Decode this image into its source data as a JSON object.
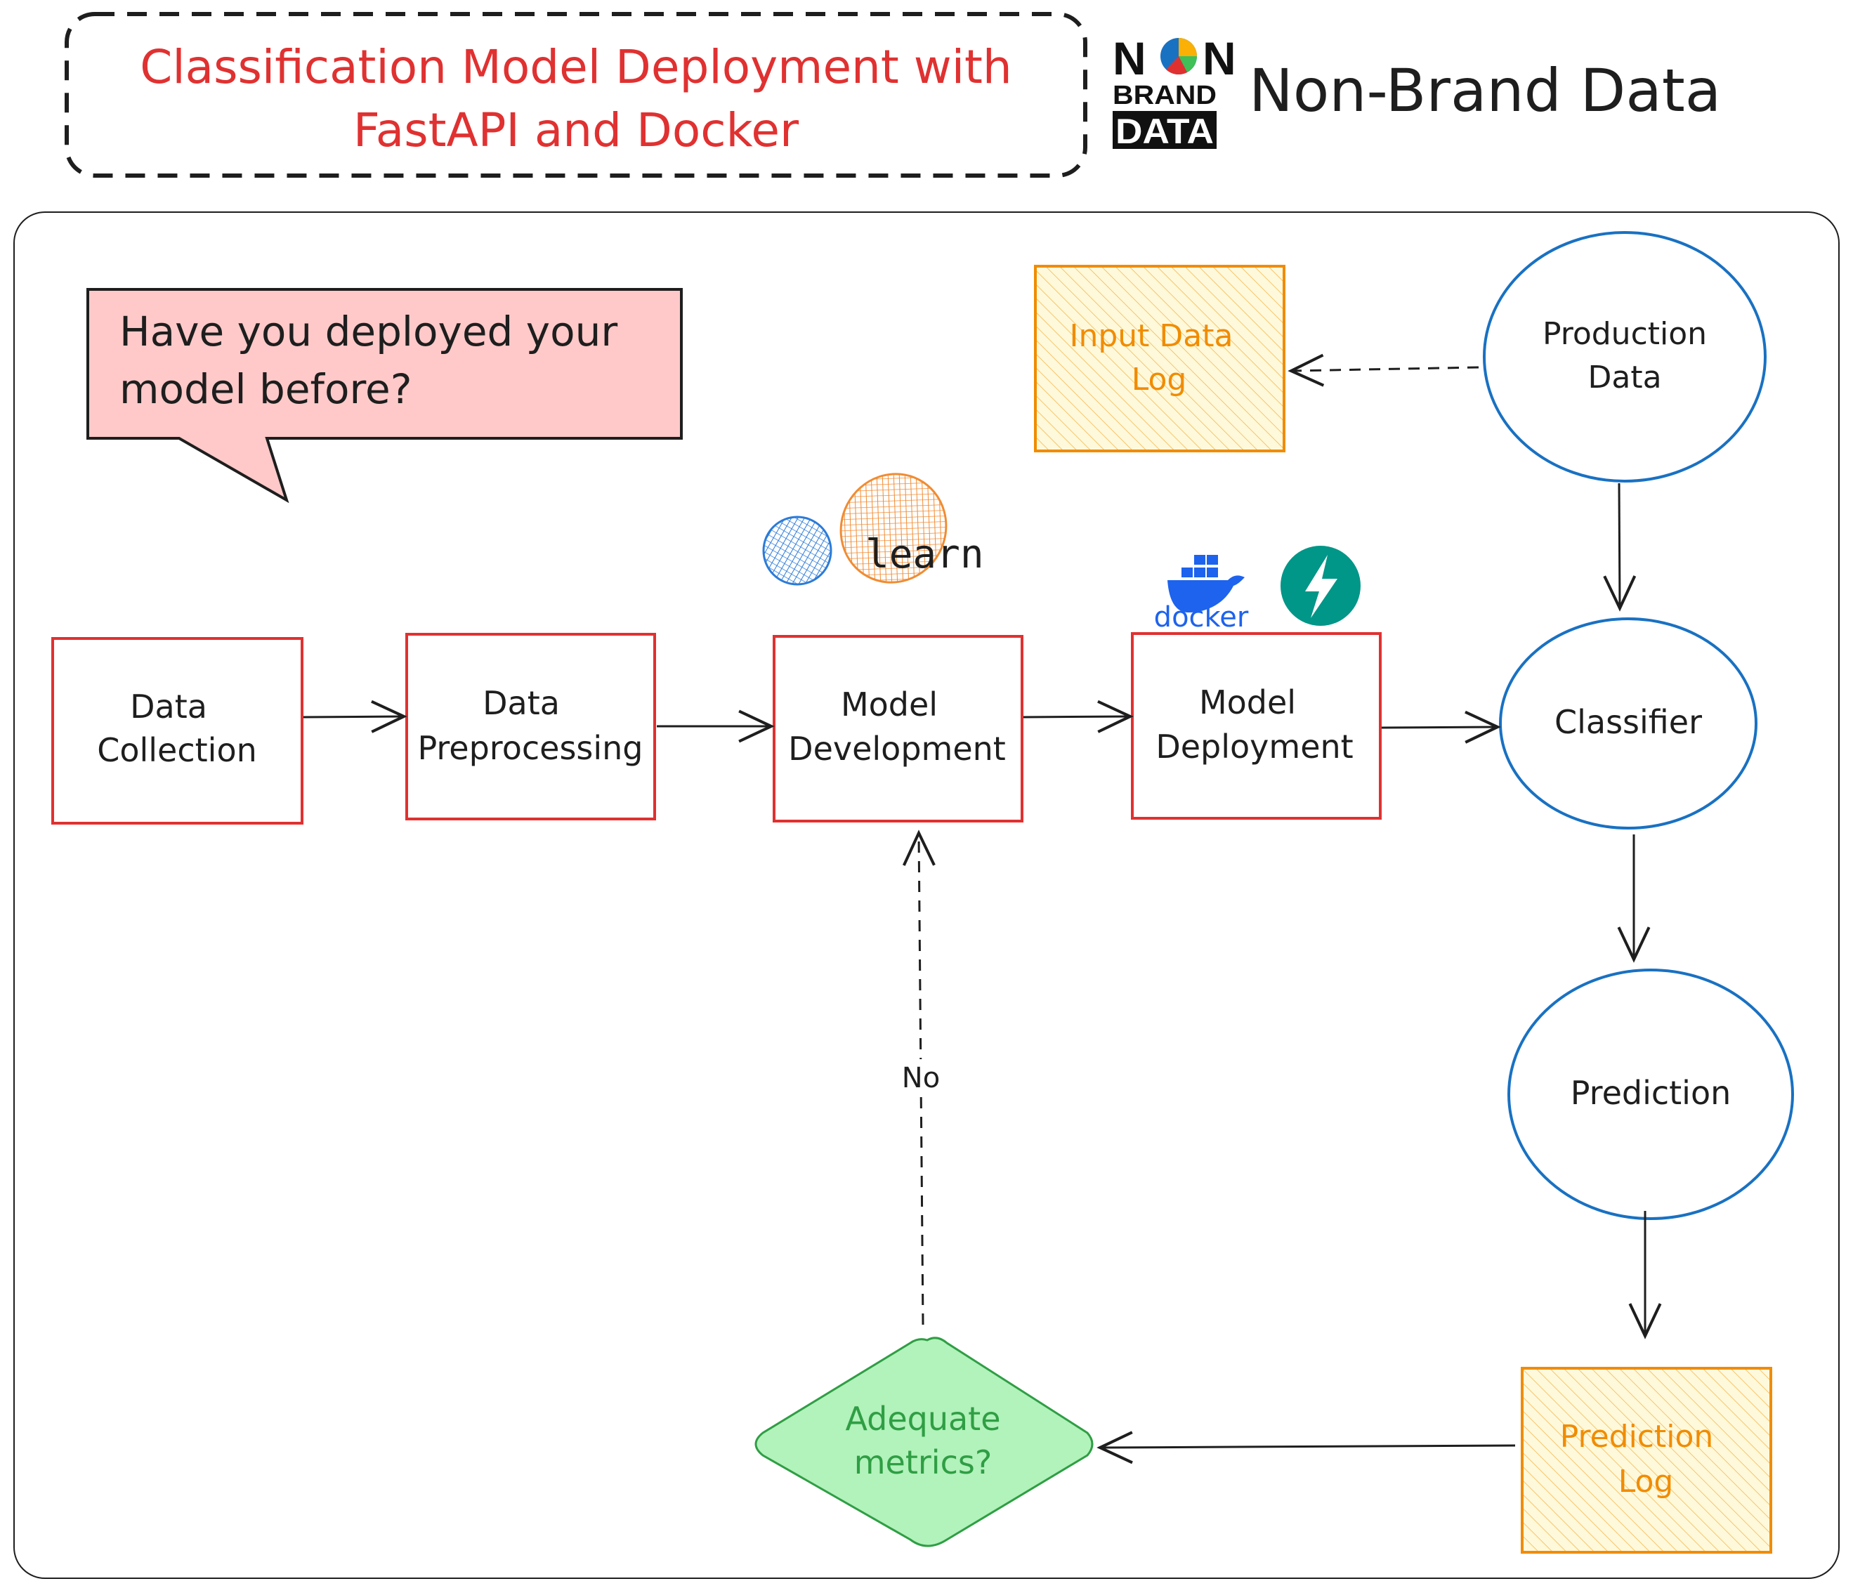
{
  "title": {
    "line1": "Classification Model Deployment with",
    "line2": "FastAPI and Docker"
  },
  "brand": {
    "logo_line1_left": "N",
    "logo_line1_right": "N",
    "logo_line2": "BRAND",
    "logo_line3": "DATA",
    "name": "Non-Brand Data"
  },
  "callout": {
    "line1": "Have you deployed your",
    "line2": "model before?"
  },
  "pipeline": {
    "data_collection": [
      "Data",
      "Collection"
    ],
    "data_preprocessing": [
      "Data",
      "Preprocessing"
    ],
    "model_development": [
      "Model",
      "Development"
    ],
    "model_deployment": [
      "Model",
      "Deployment"
    ]
  },
  "nodes": {
    "production_data": [
      "Production",
      "Data"
    ],
    "classifier": [
      "Classifier"
    ],
    "prediction": [
      "Prediction"
    ],
    "input_data_log": [
      "Input Data",
      "Log"
    ],
    "prediction_log": [
      "Prediction",
      "Log"
    ],
    "adequate_metrics": [
      "Adequate",
      "metrics?"
    ]
  },
  "edge_labels": {
    "no": "No"
  },
  "logos": {
    "sklearn_text": "learn",
    "docker_text": "docker",
    "fastapi_icon": "bolt-icon"
  },
  "colors": {
    "title_red": "#e03131",
    "box_red": "#e03131",
    "circle_blue": "#1971c2",
    "log_orange": "#f08c00",
    "diamond_green_fill": "#b2f2bb",
    "diamond_green_text": "#2f9e44",
    "callout_fill": "#ffc9c9",
    "fastapi_teal": "#009688",
    "docker_blue": "#1d63ed"
  }
}
